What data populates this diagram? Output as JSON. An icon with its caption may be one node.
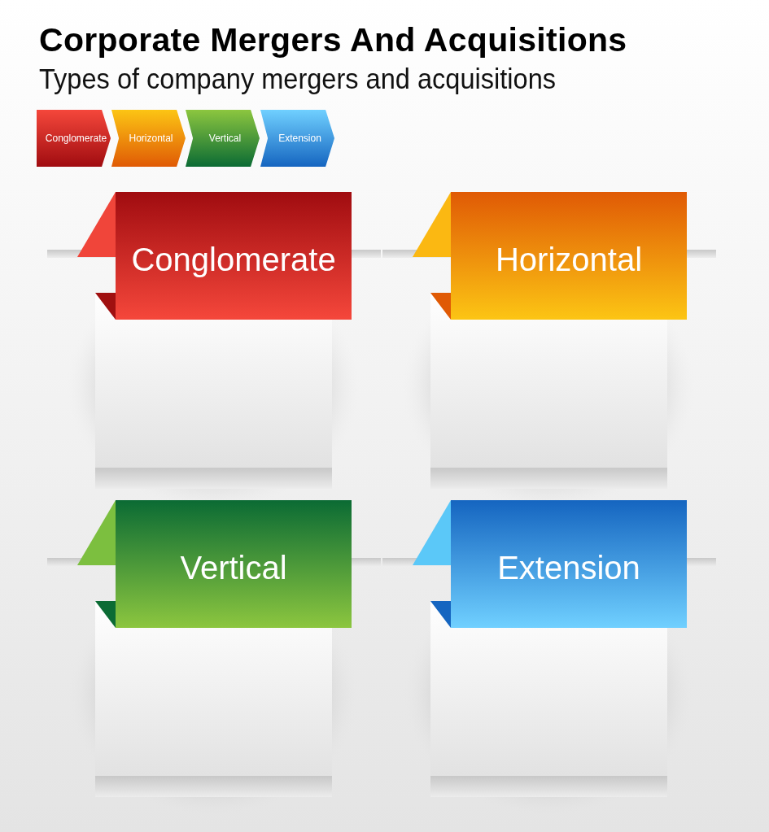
{
  "diagram": {
    "title": "Corporate Mergers And Acquisitions",
    "caption": "Types of company mergers and acquisitions",
    "nodes": [
      {
        "text": [
          "Conglomerate"
        ]
      },
      {
        "text": [
          "Horizontal"
        ]
      },
      {
        "text": [
          "Vertical"
        ]
      },
      {
        "text": [
          "Extension"
        ]
      },
      {
        "text": [
          "Conglomerate"
        ]
      },
      {
        "text": [
          "Horizontal"
        ]
      },
      {
        "text": [
          "Vertical"
        ]
      },
      {
        "text": [
          "Extension"
        ]
      }
    ]
  }
}
